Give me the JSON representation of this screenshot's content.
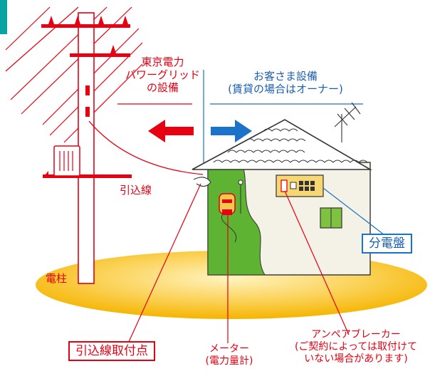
{
  "colors": {
    "red": "#e60012",
    "blue": "#1a73c8",
    "ground": "#f5b400",
    "wall_green": "#5fb332",
    "house_wall": "#f4f1e6",
    "teal_tab": "#0aa3a3"
  },
  "labels": {
    "utility_equipment": [
      "東京電力",
      "パワーグリッド",
      "の設備"
    ],
    "customer_equipment": [
      "お客さま設備",
      "(賃貸の場合はオーナー)"
    ],
    "service_wire": "引込線",
    "utility_pole": "電柱",
    "attachment_point": "引込線取付点",
    "meter": [
      "メーター",
      "(電力量計)"
    ],
    "breaker": [
      "アンペアブレーカー",
      "(ご契約によっては取付けて",
      "いない場合があります)"
    ],
    "distribution_board": "分電盤"
  },
  "icons": {
    "left_arrow": "red-left-arrow-icon",
    "right_arrow": "blue-right-arrow-icon",
    "antenna": "tv-antenna-icon"
  }
}
